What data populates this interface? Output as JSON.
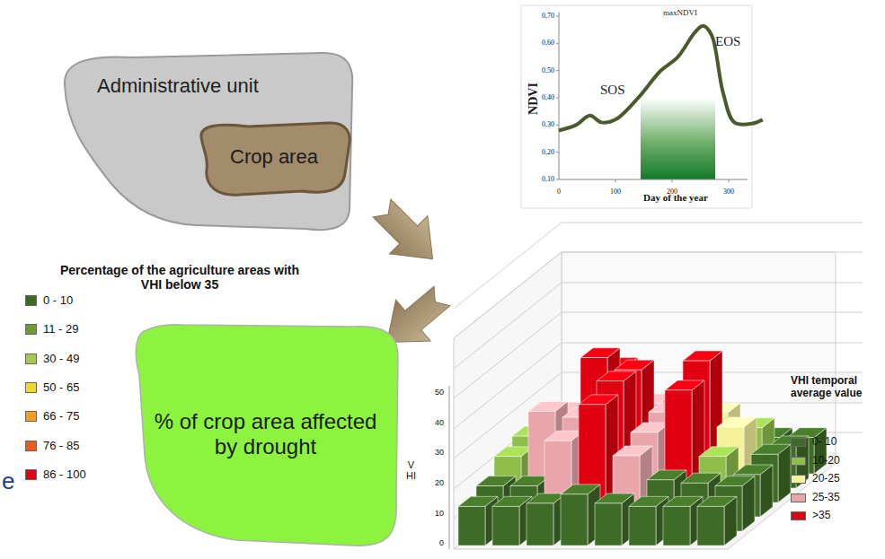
{
  "diagram": {
    "nodes": [
      {
        "text": [
          "Administrative unit"
        ]
      },
      {
        "text": [
          "Crop area"
        ],
        "in": 0
      },
      {
        "text": [
          "% of crop area affected by drought"
        ]
      }
    ],
    "labels": [
      "0,70",
      "0,60",
      "0,50",
      "0,40",
      "0,30",
      "0,20",
      "0,10",
      "0",
      "100",
      "200",
      "300",
      "Day of the year",
      "NDVI",
      "SOS",
      "maxNDVI",
      "EOS",
      "Percentage of the agriculture areas with VHI below 35",
      "50",
      "40",
      "30",
      "20",
      "10",
      "0",
      "VHI",
      "VHI temporal average value",
      "e"
    ],
    "legend": [
      {
        "text": "0 - 10",
        "color": "#3b6b1e"
      },
      {
        "text": "11 - 29",
        "color": "#6e9a2e"
      },
      {
        "text": "30 - 49",
        "color": "#a6c94a"
      },
      {
        "text": "50 - 65",
        "color": "#f2d82b"
      },
      {
        "text": "66 - 75",
        "color": "#f59b1e"
      },
      {
        "text": "76 - 85",
        "color": "#ee5a1a"
      },
      {
        "text": "86 - 100",
        "color": "#e0001a"
      },
      {
        "text": "0- 10",
        "color": "#3e6b25"
      },
      {
        "text": "10-20",
        "color": "#8fbf4a"
      },
      {
        "text": "20-25",
        "color": "#f6f29a"
      },
      {
        "text": "25-35",
        "color": "#e8a6aa"
      },
      {
        "text": ">35",
        "color": "#e00010"
      }
    ]
  }
}
